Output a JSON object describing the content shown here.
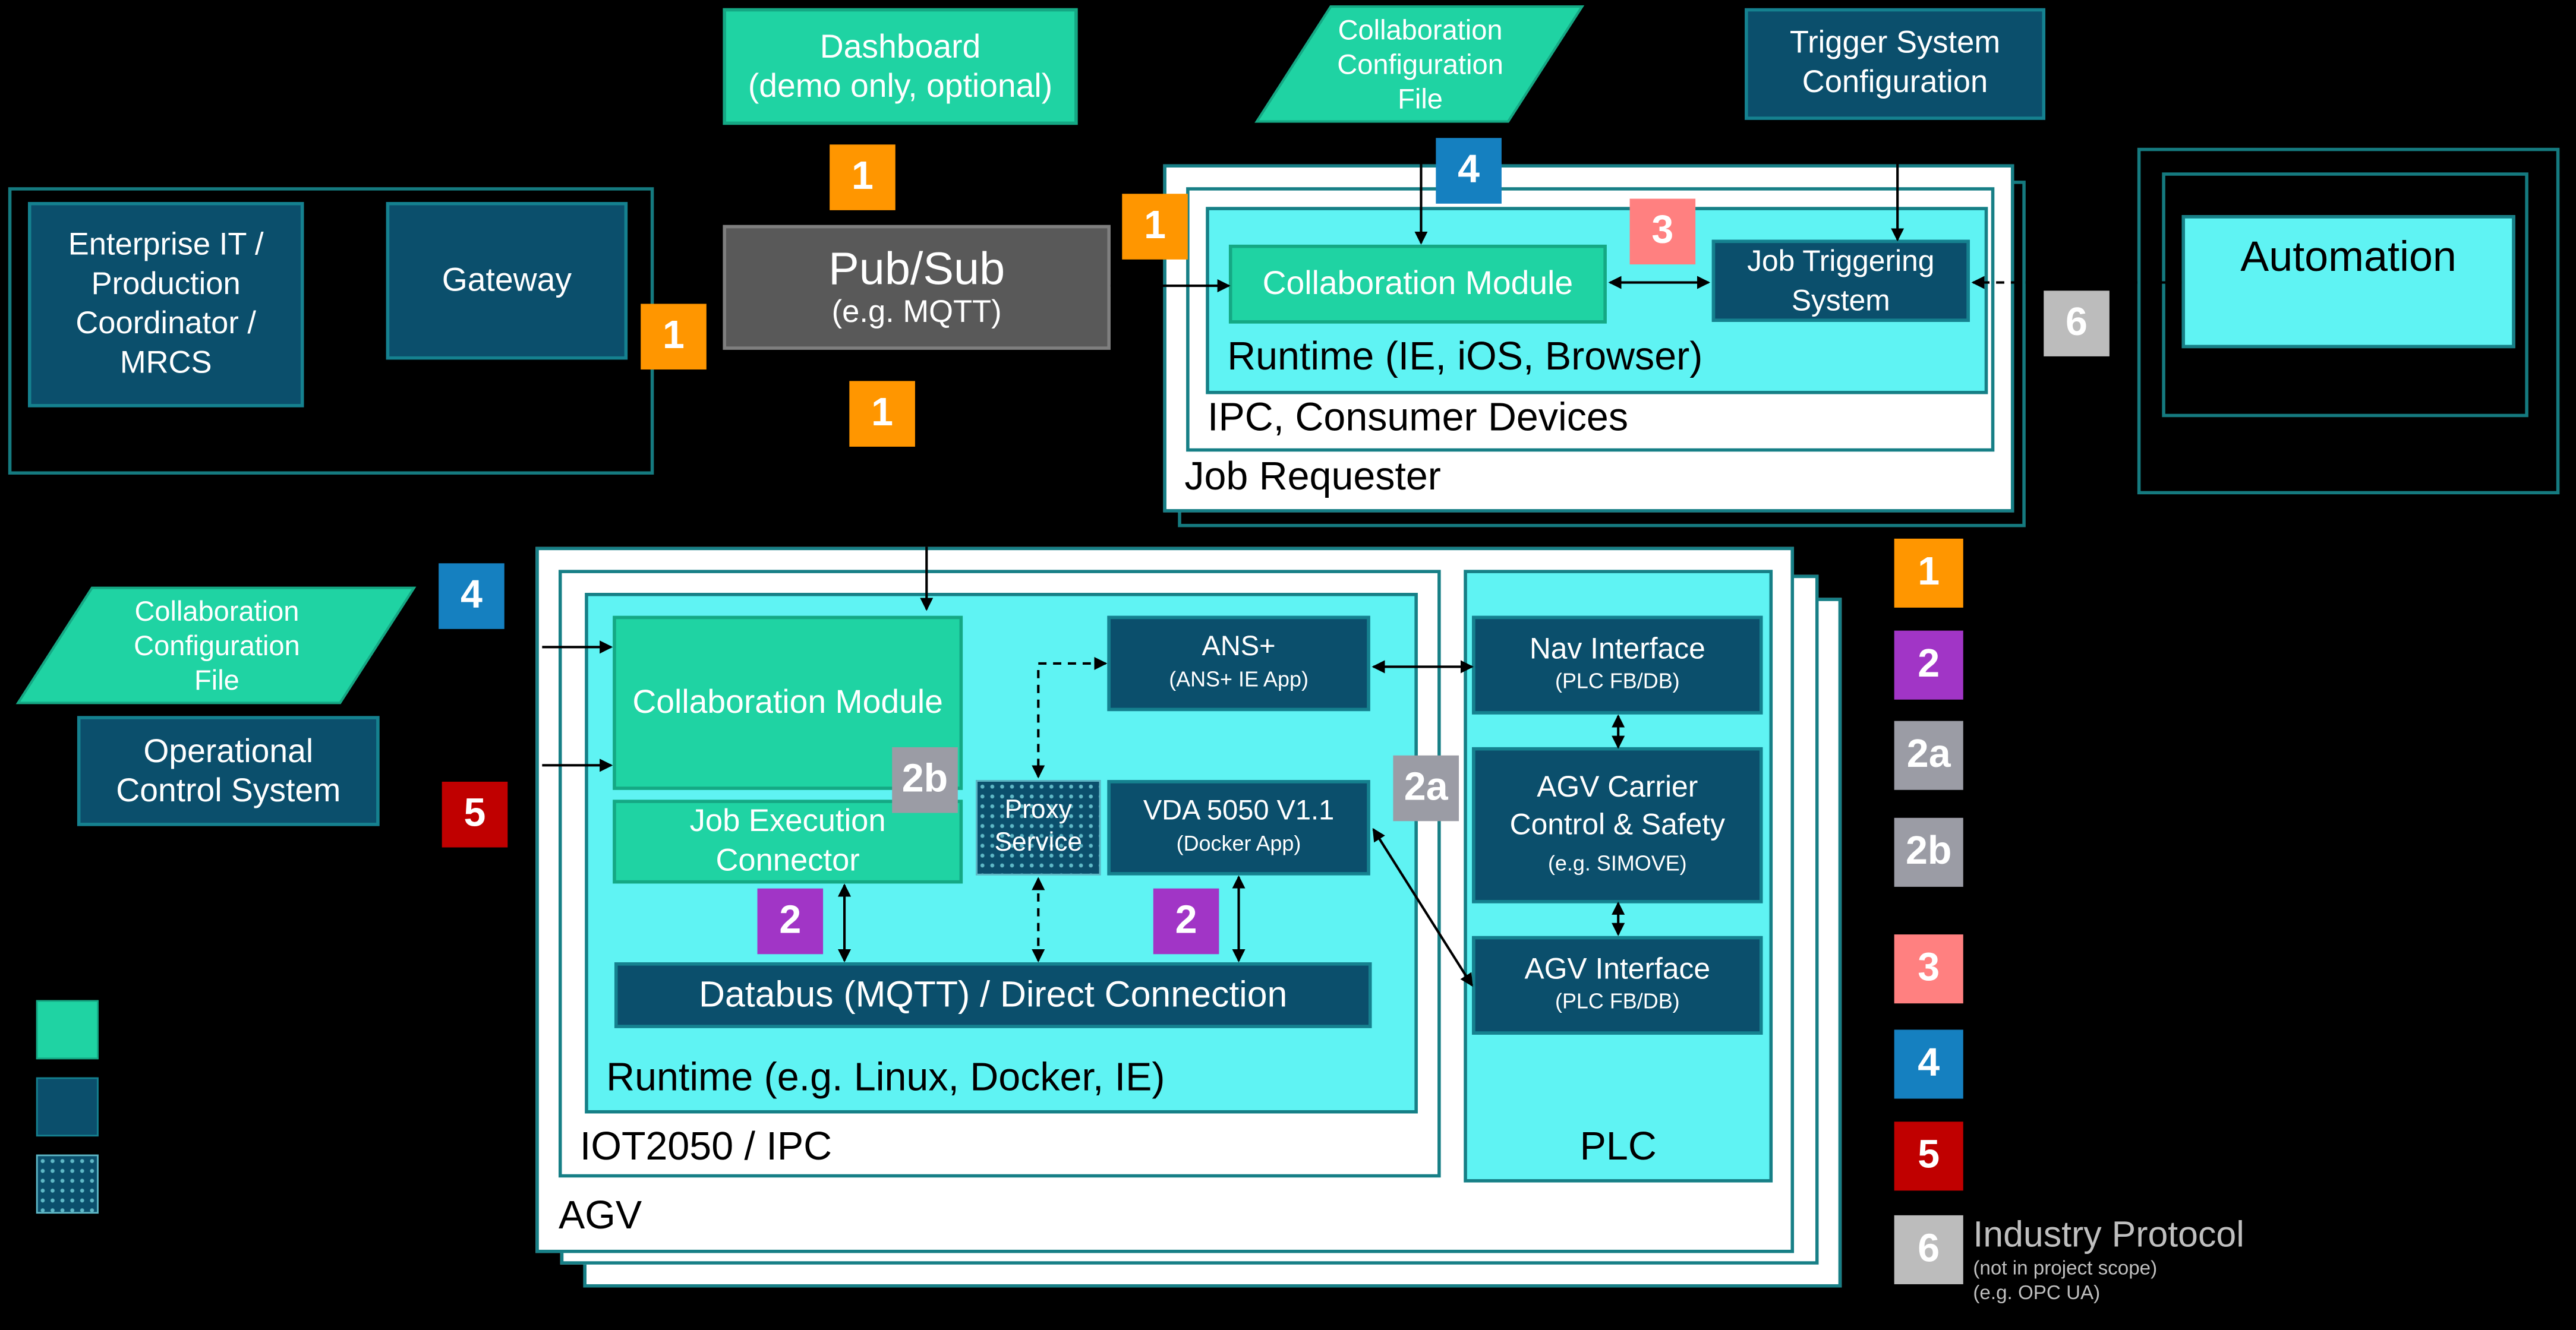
{
  "top": {
    "dashboard": [
      "Dashboard",
      "(demo only, optional)"
    ],
    "pubsub_title": "Pub/Sub",
    "pubsub_sub": "(e.g. MQTT)",
    "collab_file": [
      "Collaboration",
      "Configuration",
      "File"
    ],
    "trigger_config": [
      "Trigger System",
      "Configuration"
    ],
    "enterprise": [
      "Enterprise IT /",
      "Production",
      "Coordinator /",
      "MRCS"
    ],
    "gateway": "Gateway"
  },
  "job_requester": {
    "label": "Job Requester",
    "ipc": "IPC, Consumer Devices",
    "runtime": "Runtime (IE, iOS, Browser)",
    "collab_module": "Collaboration Module",
    "job_triggering": [
      "Job Triggering",
      "System"
    ]
  },
  "automation": {
    "label": "Automation"
  },
  "left": {
    "collab_file": [
      "Collaboration",
      "Configuration",
      "File"
    ],
    "ocs": [
      "Operational",
      "Control System"
    ]
  },
  "agv": {
    "label": "AGV",
    "iot": "IOT2050 / IPC",
    "runtime": "Runtime (e.g. Linux, Docker, IE)",
    "collab_module": "Collaboration Module",
    "job_exec": [
      "Job Execution",
      "Connector"
    ],
    "proxy": [
      "Proxy",
      "Service"
    ],
    "ans_title": "ANS+",
    "ans_sub": "(ANS+ IE App)",
    "vda_title": "VDA 5050 V1.1",
    "vda_sub": "(Docker App)",
    "databus": "Databus (MQTT) / Direct Connection",
    "plc": "PLC",
    "nav_title": "Nav Interface",
    "nav_sub": "(PLC FB/DB)",
    "carrier_title": [
      "AGV Carrier",
      "Control & Safety"
    ],
    "carrier_sub": "(e.g. SIMOVE)",
    "agv_if_title": "AGV Interface",
    "agv_if_sub": "(PLC FB/DB)"
  },
  "badges": {
    "b1": "1",
    "b2": "2",
    "b2a": "2a",
    "b2b": "2b",
    "b3": "3",
    "b4": "4",
    "b5": "5",
    "b6": "6"
  },
  "legend": {
    "industry_title": "Industry Protocol",
    "industry_note": [
      "(not in project scope)",
      "(e.g. OPC UA)"
    ]
  },
  "colors": {
    "b1": "#ff9600",
    "b2": "#a135c6",
    "b2a": "#9b9ca5",
    "b3": "#ff8080",
    "b4": "#1580c0",
    "b5": "#c00000",
    "b6": "#bcbcbc",
    "module": "#1fd3a3",
    "system": "#0b4f6c",
    "runtime": "#5ff3f3"
  }
}
